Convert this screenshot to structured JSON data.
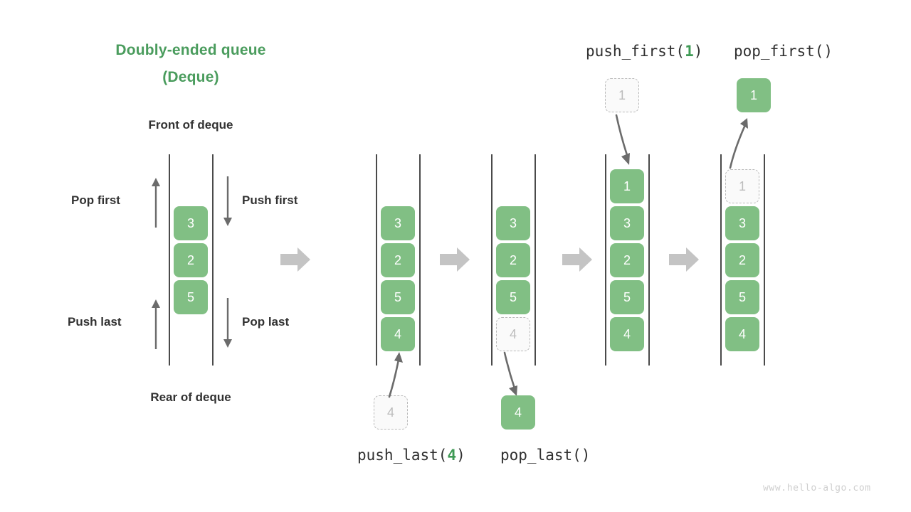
{
  "diagram": {
    "title_line1": "Doubly-ended queue",
    "title_line2": "(Deque)",
    "front_label": "Front of deque",
    "rear_label": "Rear of deque",
    "watermark": "www.hello-algo.com",
    "colors": {
      "accent_green": "#4a9c5d",
      "cell_green": "#81bf84",
      "ghost_fill": "#fafafa",
      "ghost_border": "#b9b9b9",
      "rail": "#4a4a4a",
      "block_arrow": "#c4c4c4",
      "thin_arrow": "#6b6b6b",
      "text_dark": "#323232"
    },
    "operations": {
      "pop_first": "Pop first",
      "push_first": "Push first",
      "push_last": "Push last",
      "pop_last": "Pop last"
    },
    "code_labels": {
      "push_last": {
        "name": "push_last(",
        "arg": "4",
        "close": ")"
      },
      "pop_last": {
        "name": "pop_last()",
        "arg": "",
        "close": ""
      },
      "push_first": {
        "name": "push_first(",
        "arg": "1",
        "close": ")"
      },
      "pop_first": {
        "name": "pop_first()",
        "arg": "",
        "close": ""
      }
    },
    "panels": [
      {
        "id": "panel-legend",
        "cells": [
          "3",
          "2",
          "5"
        ]
      },
      {
        "id": "panel-after-push-last",
        "cells": [
          "3",
          "2",
          "5",
          "4"
        ]
      },
      {
        "id": "panel-after-pop-last",
        "cells": [
          "3",
          "2",
          "5"
        ],
        "ghost_cell": "4",
        "ejected_cell": "4"
      },
      {
        "id": "panel-after-push-first",
        "cells": [
          "1",
          "3",
          "2",
          "5",
          "4"
        ],
        "incoming_cell": "1"
      },
      {
        "id": "panel-after-pop-first",
        "cells": [
          "3",
          "2",
          "5",
          "4"
        ],
        "ghost_cell": "1",
        "ejected_cell": "1"
      }
    ],
    "incoming_push_last_cell": "4"
  }
}
